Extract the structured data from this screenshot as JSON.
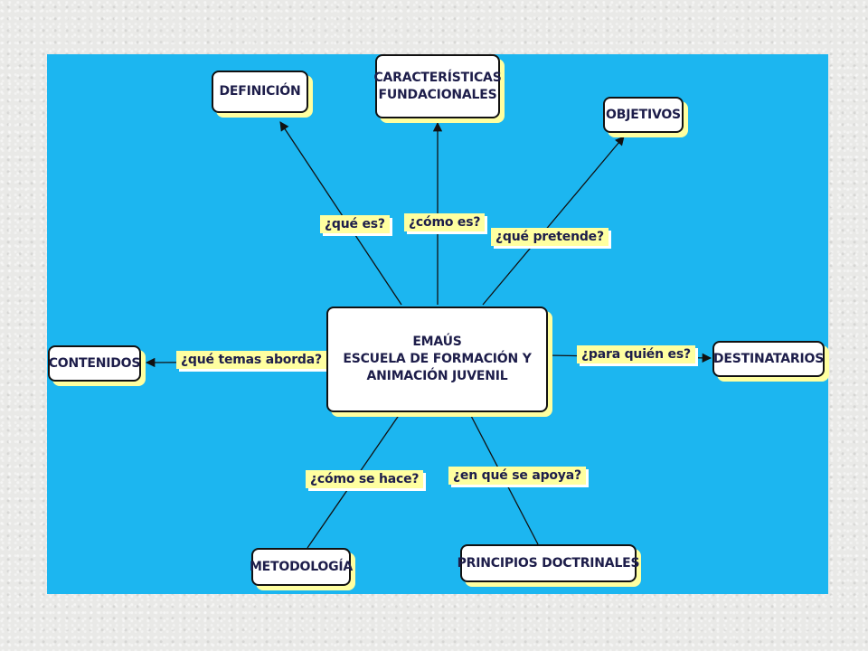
{
  "colors": {
    "background": "#1cb6f0",
    "node_fill": "#ffffff",
    "node_shadow": "#ffffa0",
    "label_fill": "#ffffa0",
    "text": "#1d1d4a",
    "line": "#111111"
  },
  "center": {
    "line1": "EMAÚS",
    "line2": "ESCUELA DE FORMACIÓN Y",
    "line3": "ANIMACIÓN JUVENIL"
  },
  "nodes": {
    "definicion": "DEFINICIÓN",
    "caracteristicas_1": "CARACTERÍSTICAS",
    "caracteristicas_2": "FUNDACIONALES",
    "objetivos": "OBJETIVOS",
    "contenidos": "CONTENIDOS",
    "destinatarios": "DESTINATARIOS",
    "metodologia": "METODOLOGÍA",
    "principios": "PRINCIPIOS DOCTRINALES"
  },
  "links": {
    "que_es": "¿qué es?",
    "como_es": "¿cómo es?",
    "que_pretende": "¿qué pretende?",
    "que_temas": "¿qué temas aborda?",
    "para_quien": "¿para quién es?",
    "como_se_hace": "¿cómo se hace?",
    "en_que_se_apoya": "¿en qué se apoya?"
  }
}
